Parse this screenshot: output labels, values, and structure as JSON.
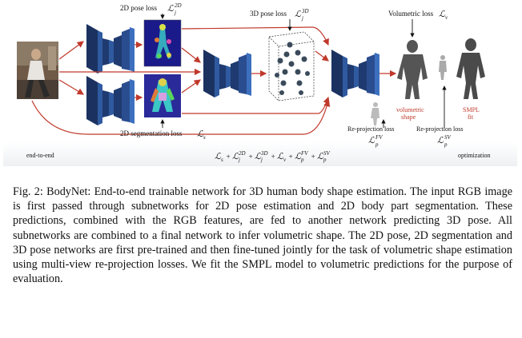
{
  "figure": {
    "labels": {
      "pose2d_loss": "2D pose loss",
      "pose3d_loss": "3D pose loss",
      "volumetric_loss": "Volumetric loss",
      "seg2d_loss": "2D segmentation loss",
      "reproj_loss_fv": "Re-projection loss",
      "reproj_loss_sv": "Re-projection loss",
      "volumetric_shape": "volumetric shape",
      "smpl_fit": "SMPL fit",
      "end_to_end": "end-to-end",
      "optimization": "optimization"
    },
    "math": {
      "pose2d": "ℒ",
      "pose2d_sup": "2D",
      "pose2d_sub": "j",
      "pose3d": "ℒ",
      "pose3d_sup": "3D",
      "pose3d_sub": "j",
      "volumetric": "ℒ",
      "volumetric_sub": "v",
      "seg": "ℒ",
      "seg_sub": "s",
      "fv": "ℒ",
      "fv_sup": "FV",
      "fv_sub": "p",
      "sv": "ℒ",
      "sv_sup": "SV",
      "sv_sub": "p",
      "total_loss": "ℒs + ℒj2D + ℒj3D + ℒv + ℒpFV + ℒpSV"
    },
    "colors": {
      "arrow": "#c0392b",
      "cnn_block": "#1f3a70",
      "cnn_face": "#2f5aa0",
      "joints": "#3a4a5a"
    }
  },
  "caption": {
    "label": "Fig. 2:",
    "text": "BodyNet: End-to-end trainable network for 3D human body shape estimation. The input RGB image is first passed through subnetworks for 2D pose estimation and 2D body part segmentation. These predictions, combined with the RGB features, are fed to another network predicting 3D pose. All subnetworks are combined to a final network to infer volumetric shape. The 2D pose, 2D segmentation and 3D pose networks are first pre-trained and then fine-tuned jointly for the task of volumetric shape estimation using multi-view re-projection losses. We fit the SMPL model to volumetric predictions for the purpose of evaluation."
  }
}
